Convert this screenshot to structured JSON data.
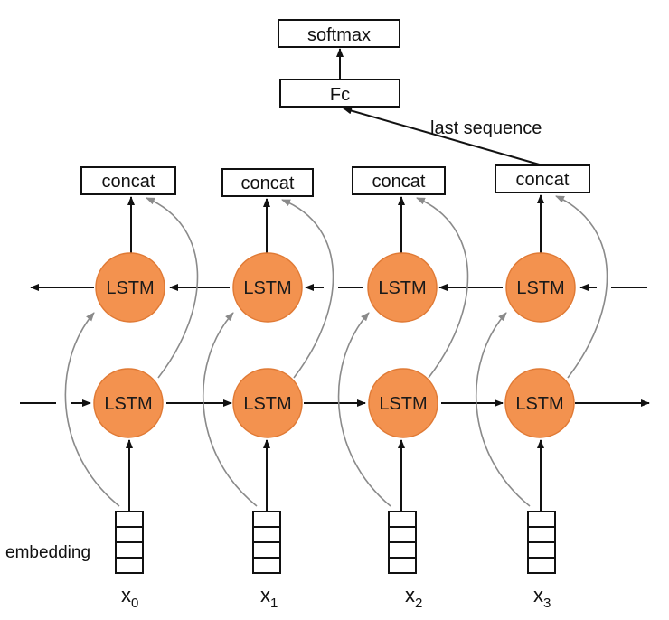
{
  "top": {
    "softmax_label": "softmax",
    "fc_label": "Fc",
    "last_sequence_label": "last sequence"
  },
  "concat_label": "concat",
  "lstm_label": "LSTM",
  "embedding_label": "embedding",
  "inputs": [
    {
      "base": "x",
      "sub": "0"
    },
    {
      "base": "x",
      "sub": "1"
    },
    {
      "base": "x",
      "sub": "2"
    },
    {
      "base": "x",
      "sub": "3"
    }
  ],
  "colors": {
    "lstm_fill": "#F3924F",
    "lstm_stroke": "#E07A35",
    "line": "#111111",
    "skip_line": "#8a8a8a"
  }
}
